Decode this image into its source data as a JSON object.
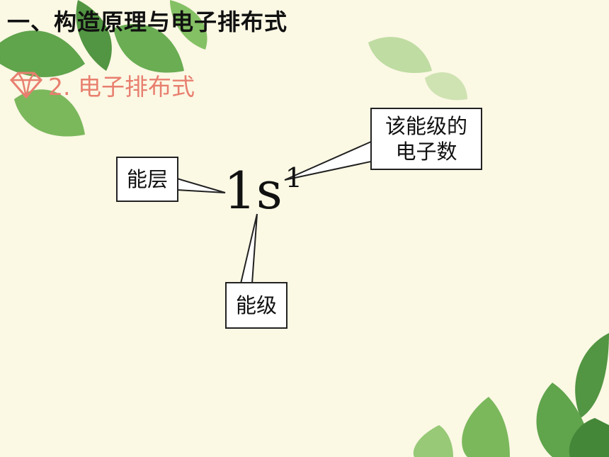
{
  "slide": {
    "title": "一、构造原理与电子排布式",
    "subtitle": "2. 电子排布式",
    "subtitle_icon": "diamond-icon",
    "subtitle_color": "#e87f6f"
  },
  "notation": {
    "energy_level_number": "1",
    "sublevel_letter": "s",
    "electron_count": "1"
  },
  "callouts": {
    "layer": "能层",
    "sublevel": "能级",
    "electrons_line1": "该能级的",
    "electrons_line2": "电子数"
  }
}
